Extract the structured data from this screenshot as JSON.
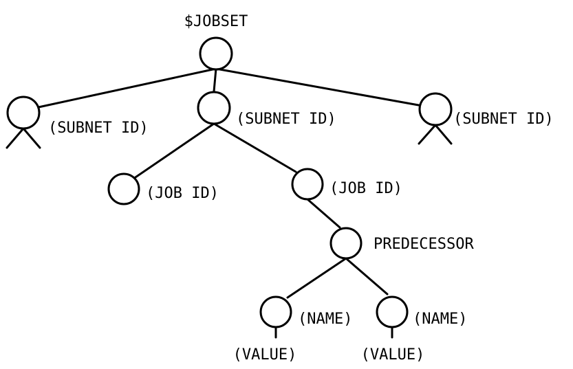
{
  "diagram": {
    "root": {
      "label": "$JOBSET"
    },
    "subnets": [
      {
        "label": "(SUBNET ID)"
      },
      {
        "label": "(SUBNET ID)"
      },
      {
        "label": "(SUBNET ID)"
      }
    ],
    "jobs": [
      {
        "label": "(JOB ID)"
      },
      {
        "label": "(JOB ID)"
      }
    ],
    "predecessor": {
      "label": "PREDECESSOR"
    },
    "names": [
      {
        "label": "(NAME)",
        "value": "(VALUE)"
      },
      {
        "label": "(NAME)",
        "value": "(VALUE)"
      }
    ]
  }
}
